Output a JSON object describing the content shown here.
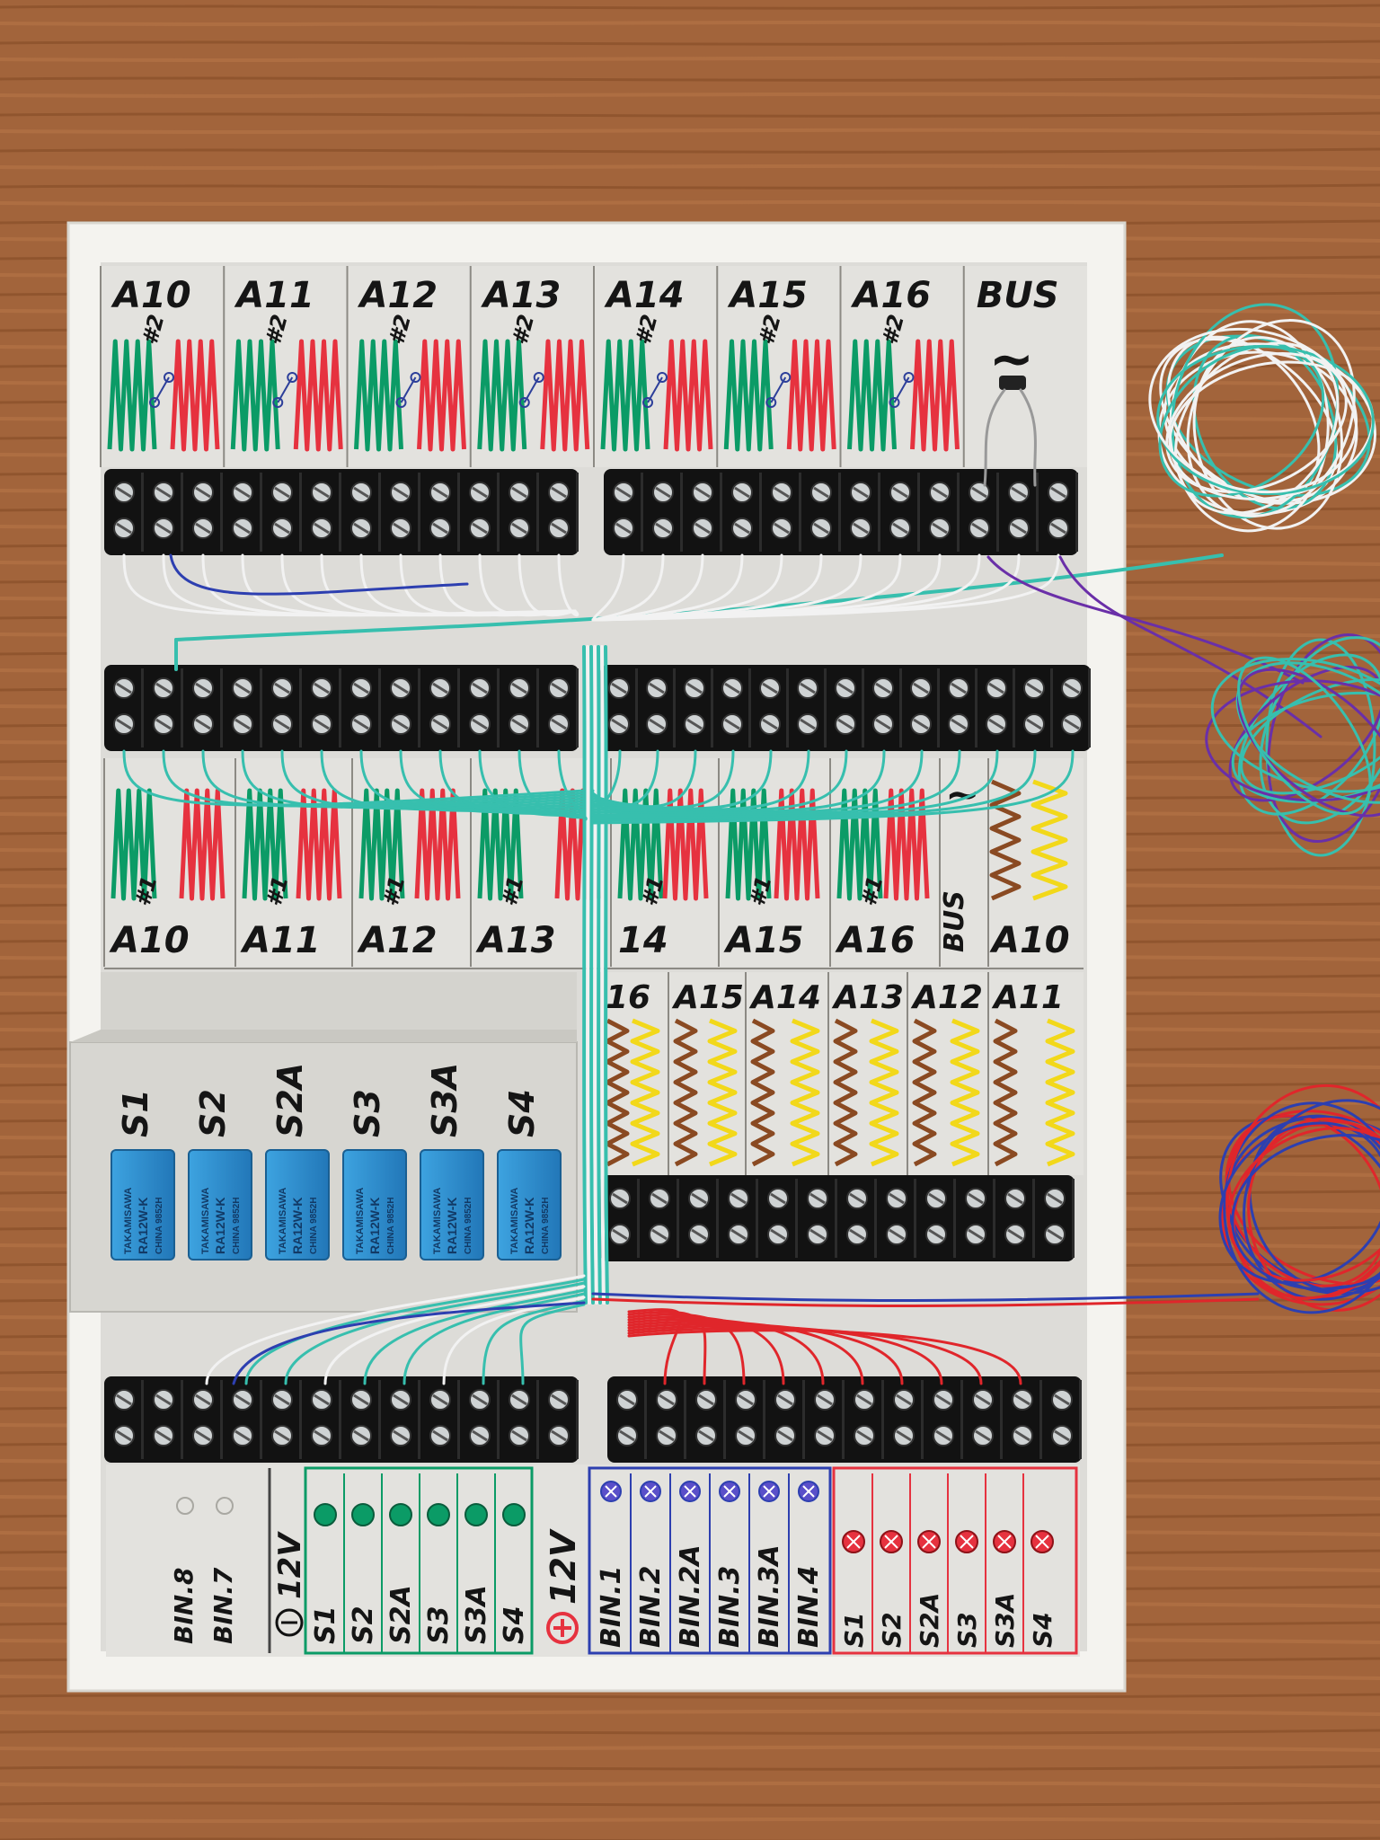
{
  "top_labels": [
    "A10",
    "A11",
    "A12",
    "A13",
    "A14",
    "A15",
    "A16",
    "BUS"
  ],
  "top_tag": "#2",
  "mid_labels": [
    "A10",
    "A11",
    "A12",
    "A13",
    "14",
    "A15",
    "A16",
    "BUS",
    "A10"
  ],
  "mid_tag": "#1",
  "lower_labels": [
    "16",
    "A15",
    "A14",
    "A13",
    "A12",
    "A11"
  ],
  "relay_labels": [
    "S1",
    "S2",
    "S2A",
    "S3",
    "S3A",
    "S4"
  ],
  "relay_body": {
    "brand": "TAKAMISAWA",
    "model": "RA12W-K",
    "origin": "CHINA 9852H"
  },
  "bottom": {
    "gray": [
      "BIN.8",
      "BIN.7"
    ],
    "minus": "12V",
    "green": [
      "S1",
      "S2",
      "S2A",
      "S3",
      "S3A",
      "S4"
    ],
    "plus": "12V",
    "blue": [
      "BIN.1",
      "BIN.2",
      "BIN.2A",
      "BIN.3",
      "BIN.3A",
      "BIN.4"
    ],
    "red": [
      "S1",
      "S2",
      "S2A",
      "S3",
      "S3A",
      "S4"
    ]
  },
  "colors": {
    "board": "#e4e4e1",
    "white_frame": "#f3f3f0",
    "wood": "#a0623a",
    "wire_teal": "#37bfae",
    "wire_white": "#f2f2f2",
    "wire_blue": "#2d3fb0",
    "wire_red": "#e0262b",
    "wire_purple": "#6a2fa8",
    "relay_blue": "#2f8fd0",
    "terminal_black": "#121212",
    "marker_green": "#0b9b66",
    "marker_red": "#e6323f",
    "marker_brown": "#8a4a22",
    "marker_yellow": "#f2d81a"
  }
}
